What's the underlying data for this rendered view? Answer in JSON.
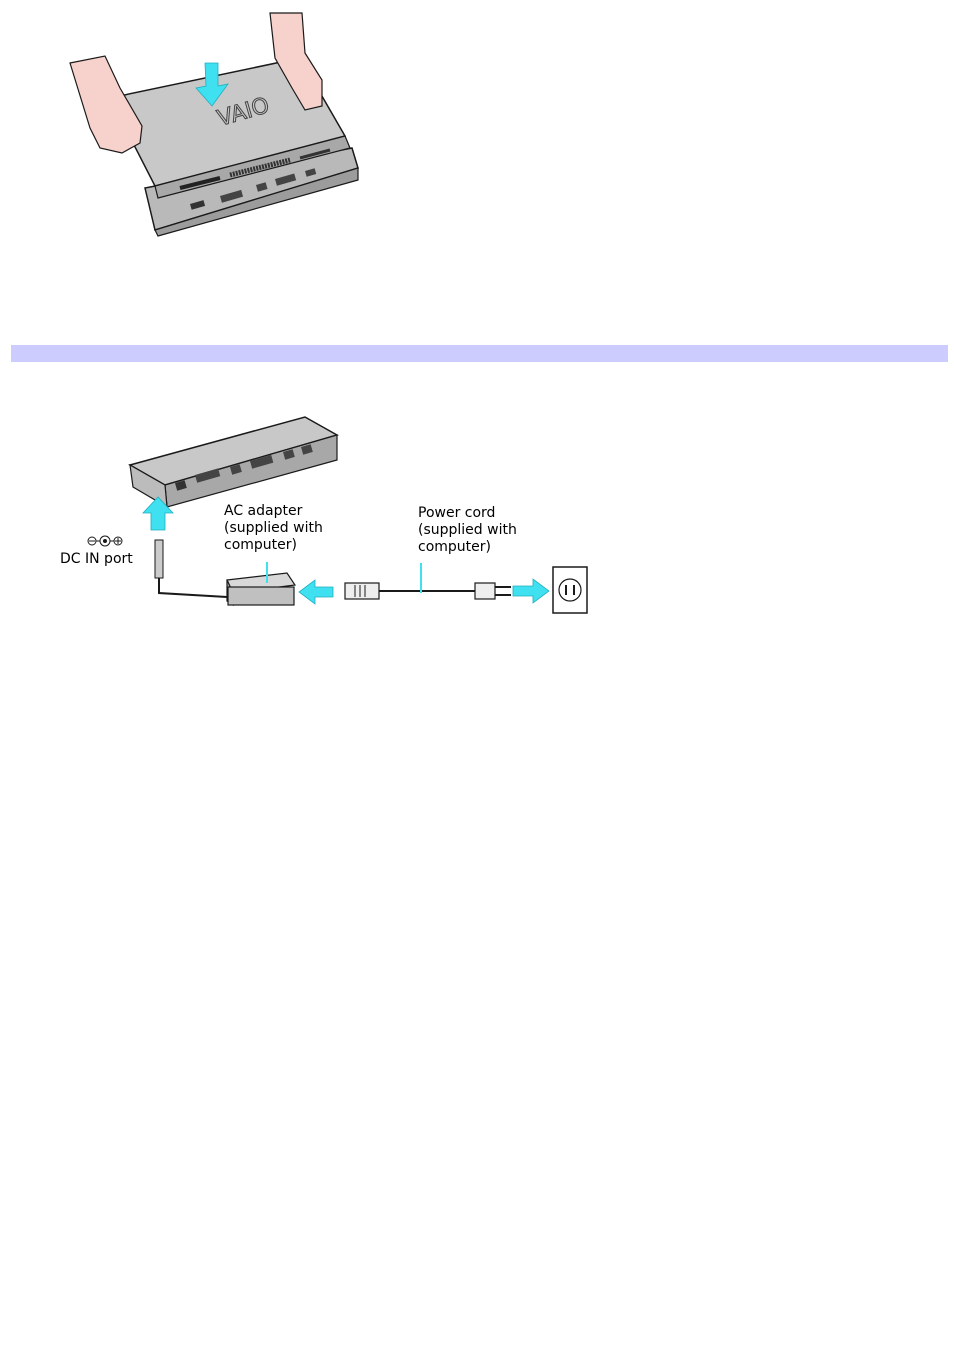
{
  "figure_dock": {
    "logo_text": "VAIO"
  },
  "figure_power": {
    "dc_in_label": "DC IN port",
    "ac_adapter_label": [
      "AC adapter",
      "(supplied with",
      "computer)"
    ],
    "power_cord_label": [
      "Power cord",
      "(supplied with",
      "computer)"
    ]
  },
  "colors": {
    "section_bar": "#ccccff",
    "arrow": "#3fe0f0",
    "hand": "#f7d2cc",
    "device_body": "#c8c8c8",
    "outline": "#1a1a1a"
  },
  "icons": {
    "dc_polarity": "dc-polarity-icon",
    "wall_outlet": "wall-outlet-icon",
    "arrow": "down-arrow-icon"
  }
}
